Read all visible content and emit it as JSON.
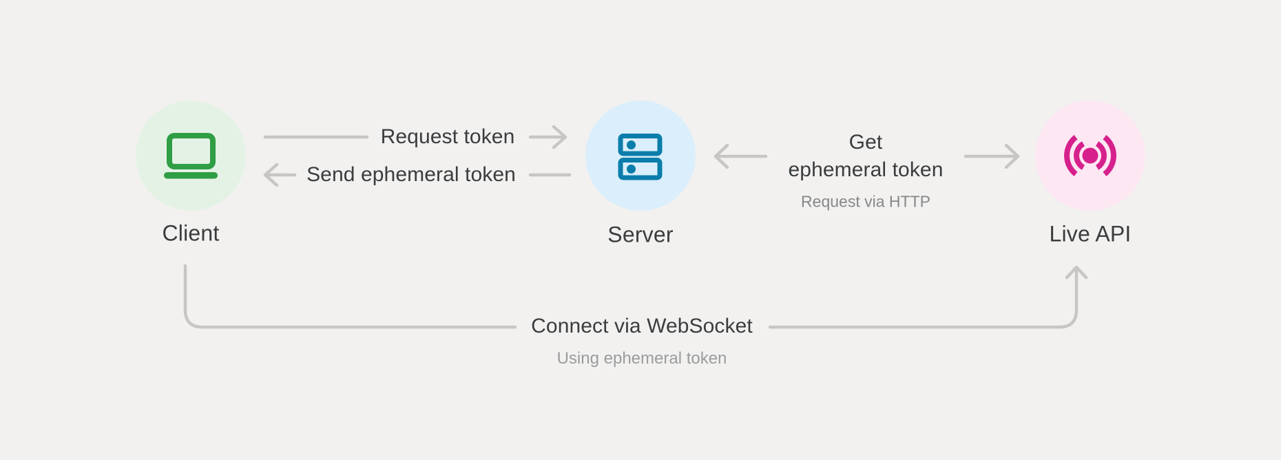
{
  "colors": {
    "background": "#f2f1ef",
    "connector": "#c7c6c4",
    "text_primary": "#3a3c3e",
    "text_secondary_dark": "#85878a",
    "text_secondary_light": "#9a9c9e"
  },
  "nodes": {
    "client": {
      "label": "Client",
      "icon": "laptop-icon",
      "circle_bg": "#e4f2e6",
      "icon_color": "#2f9e44"
    },
    "server": {
      "label": "Server",
      "icon": "server-icon",
      "circle_bg": "#daeefb",
      "icon_color": "#0b7dab"
    },
    "live_api": {
      "label": "Live API",
      "icon": "broadcast-icon",
      "circle_bg": "#fde7f3",
      "icon_color": "#d6218c"
    }
  },
  "edges": {
    "request_token": {
      "label": "Request token",
      "from": "client",
      "to": "server",
      "arrow_direction": "right"
    },
    "send_ephemeral_token": {
      "label": "Send ephemeral token",
      "from": "server",
      "to": "client",
      "arrow_direction": "left"
    },
    "get_ephemeral_token": {
      "label_line_1": "Get",
      "label_line_2": "ephemeral token",
      "sublabel": "Request via HTTP",
      "between": "server and live_api",
      "arrow_direction": "both"
    },
    "connect_websocket": {
      "label": "Connect via WebSocket",
      "sublabel": "Using ephemeral token",
      "from": "client",
      "to": "live_api",
      "arrow_direction": "up-into-live-api"
    }
  }
}
